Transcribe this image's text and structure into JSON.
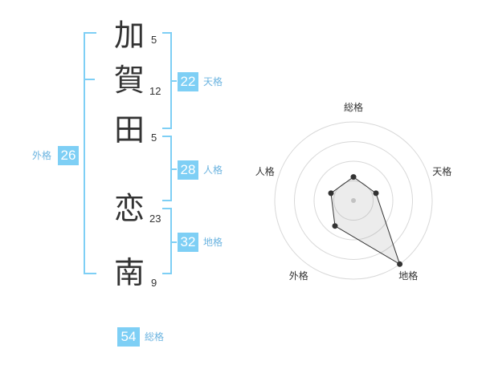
{
  "name": {
    "chars": [
      {
        "char": "加",
        "strokes": "5"
      },
      {
        "char": "賀",
        "strokes": "12"
      },
      {
        "char": "田",
        "strokes": "5"
      },
      {
        "char": "恋",
        "strokes": "23"
      },
      {
        "char": "南",
        "strokes": "9"
      }
    ]
  },
  "kakusu": {
    "tenkaku": {
      "value": "22",
      "label": "天格"
    },
    "jinkaku": {
      "value": "28",
      "label": "人格"
    },
    "chikaku": {
      "value": "32",
      "label": "地格"
    },
    "gaikaku": {
      "value": "26",
      "label": "外格"
    },
    "soukaku": {
      "value": "54",
      "label": "総格"
    }
  },
  "colors": {
    "accent": "#7ecff5",
    "label": "#6cb4e0"
  },
  "chart_data": {
    "type": "radar",
    "axes": [
      "総格",
      "天格",
      "地格",
      "外格",
      "人格"
    ],
    "values": [
      0.3,
      0.3,
      1.0,
      0.4,
      0.3
    ],
    "rings": 4,
    "range": [
      0,
      1
    ]
  }
}
